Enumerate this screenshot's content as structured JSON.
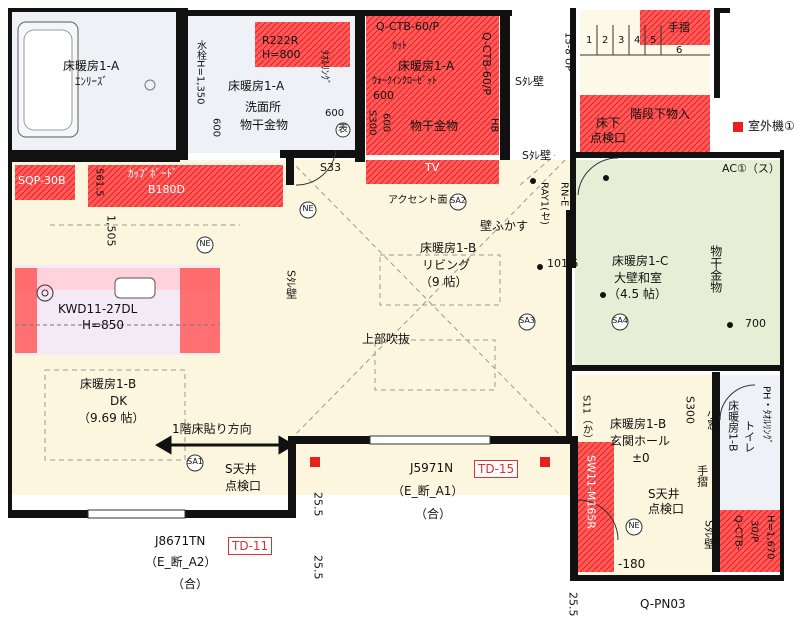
{
  "colors": {
    "wall": "#111111",
    "ldk_fill": "#fbf6dd",
    "japanese_room_fill": "#e6efd5",
    "wet_fill": "#e8eef5",
    "red_hatch": "#ff3b3b",
    "pink_strip": "#ffd2dc",
    "tag_red": "#e03030"
  },
  "rooms": {
    "bath": {
      "name": "床暖房1-A",
      "sub": "ｴﾝﾘｰｽﾞ"
    },
    "washroom": {
      "name": "床暖房1-A",
      "line2": "洗面所",
      "line3": "物干金物",
      "faucet": "水栓H=1,350",
      "dim600a": "600",
      "dim600b": "600"
    },
    "walkin": {
      "name": "床暖房1-A",
      "line2": "ｳｫｰｸｲﾝｸﾛｰｾﾞｯﾄ",
      "dim600": "600",
      "line3": "物干金物",
      "s300": "S300",
      "s600": "600",
      "hb": "HB"
    },
    "living": {
      "name": "床暖房1-B",
      "line2": "リビング",
      "line3": "（9 帖）",
      "fukinuke": "上部吹抜"
    },
    "dk": {
      "name": "床暖房1-B",
      "line2": "DK",
      "line3": "（9.69 帖）",
      "direction": "1階床貼り方向"
    },
    "japanese": {
      "name": "床暖房1-C",
      "line2": "大壁和室",
      "line3": "（4.5 帖）",
      "hoshi": "物干金物",
      "dim700": "700",
      "ac": "AC①（ス）"
    },
    "hall": {
      "name": "床暖房1-B",
      "line2": "玄関ホール",
      "line3": "±0",
      "kosode": "小窓",
      "s300": "S300",
      "s11": "S11（か）",
      "tesuri": "手摺"
    },
    "toilet": {
      "name": "床暖房1-B",
      "line2": "トイレ",
      "line3": "PH・ﾀｵﾙﾘﾝｸﾞ"
    },
    "stairs": {
      "steps": [
        "1",
        "2",
        "3",
        "4",
        "5",
        "6"
      ],
      "tesuri": "手摺",
      "up": "15-8 UP",
      "under": "階段下物入",
      "inspect1": "床下",
      "inspect2": "点検口"
    }
  },
  "red_items": {
    "r222r": {
      "l1": "R222R",
      "l2": "H=800"
    },
    "qctb_top": {
      "l1": "Q-CTB-60/P",
      "l2": "ｶｯﾄ"
    },
    "qctb_vert": "Q-CTB-60/P",
    "towel": "ﾀｵﾙﾘﾝｸﾞ",
    "sqp": "SQP-30B",
    "cupboard": {
      "l1": "ｶｯﾌﾟﾎﾞｰﾄﾞ",
      "l2": "B180D"
    },
    "dim5615": "561.5",
    "tv": "TV",
    "sw11": "SW11-M165R",
    "qctb_bottom": {
      "l1": "Q-CTB-",
      "l2": "30/P",
      "l3": "H=1,670"
    },
    "outdoor": "室外機①"
  },
  "kitchen": {
    "model": "KWD11-27DL",
    "height": "H=850",
    "dim1505": "1,505"
  },
  "labels": {
    "accent": "アクセント面",
    "kabefukasu": "壁ふかす",
    "s33": "S33",
    "tare_living": "Sﾀﾚ壁",
    "tare_top": "Sﾀﾚ壁",
    "tare_left": "Sﾀﾚ壁",
    "tare_hall": "Sﾀﾚ壁",
    "tare_bottom": "Sﾀﾚ壁",
    "ray": "RAY1(セ)",
    "rne": "RN-E",
    "dim1015": "101.5",
    "s_tenjo_1": "S天井",
    "s_tenjo_2": "点検口",
    "s_tenjo_hall_1": "S天井",
    "s_tenjo_hall_2": "点検口",
    "minus180": "-180",
    "omote": "表",
    "ne": "NE",
    "sa1": "SA1",
    "sa2": "SA2",
    "sa3": "SA3",
    "sa4": "SA4"
  },
  "openings": {
    "j5971": {
      "code": "J5971N",
      "sub": "（E_断_A1）",
      "glass": "（合）",
      "tag": "TD-15"
    },
    "j8671": {
      "code": "J8671TN",
      "sub": "（E_断_A2）",
      "glass": "（合）",
      "tag": "TD-11"
    },
    "qpn": "Q-PN03",
    "d255a": "25.5",
    "d255b": "25.5",
    "d255c": "25.5"
  }
}
